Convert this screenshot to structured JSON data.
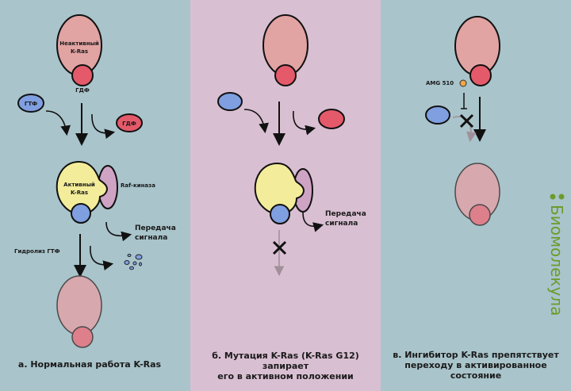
{
  "colors": {
    "panel_bg": "#a9c4cb",
    "panel_b_bg": "#d9bfd2",
    "inactive": "#e2a3a3",
    "gdp": "#e45a6a",
    "gtp": "#7f9fe0",
    "active": "#f3ec9a",
    "raf": "#cfa3c4",
    "inhibitor": "#f0a646",
    "logo": "#6e9a2b"
  },
  "panel_a": {
    "inactive_label": [
      "Неактивный",
      "K-Ras"
    ],
    "gdp_label": "ГДФ",
    "gtp_label": "ГТФ",
    "gdp_released_label": "ГДФ",
    "active_label": [
      "Активный",
      "K-Ras"
    ],
    "raf_label": "Raf-киназа",
    "signal_label": [
      "Передача",
      "сигнала"
    ],
    "hydrolysis_label": "Гидролиз ГТФ",
    "caption": "а. Нормальная работа K-Ras"
  },
  "panel_b": {
    "signal_label": [
      "Передача",
      "сигнала"
    ],
    "caption": [
      "б. Мутация K-Ras (K-Ras G12)",
      "запирает",
      "его в активном положении"
    ]
  },
  "panel_c": {
    "inhibitor_label": "AMG 510",
    "caption": [
      "в. Ингибитор K-Ras препятствует",
      "переходу в активированное",
      "состояние"
    ]
  },
  "logo": "Биомолекула"
}
